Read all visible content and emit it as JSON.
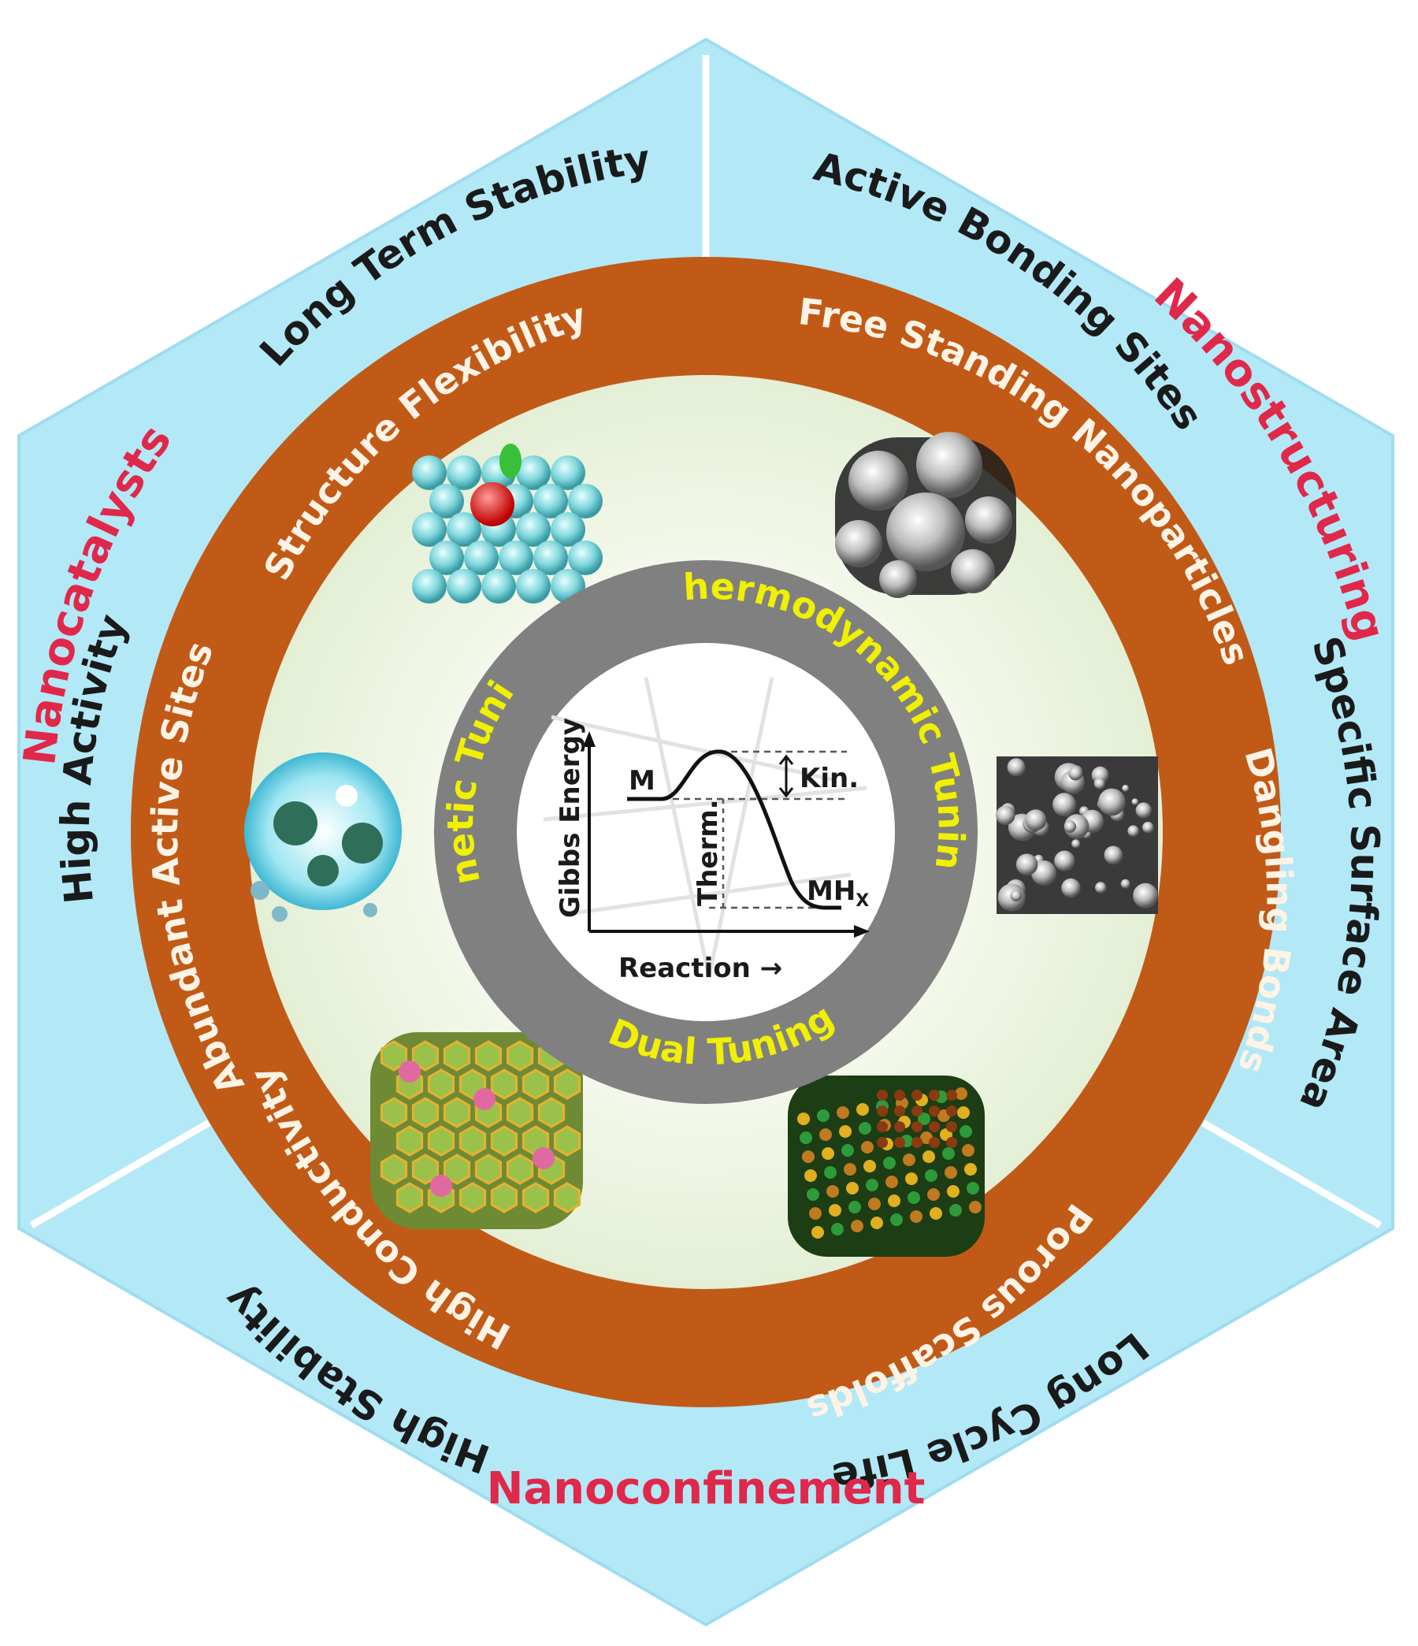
{
  "categories": {
    "top_left": "Nanocatalysts",
    "top_right": "Nanostructuring",
    "bottom": "Nanoconfinement"
  },
  "outer_labels": {
    "long_term_stability": "Long Term Stability",
    "active_bonding_sites": "Active Bonding Sites",
    "specific_surface_area": "Specific Surface Area",
    "long_cycle_life": "Long Cycle Life",
    "high_stability": "High Stability",
    "high_activity": "High Activity"
  },
  "ring_labels": {
    "structure_flexibility": "Structure Flexibility",
    "free_standing_nanoparticles": "Free Standing Nanoparticles",
    "dangling_bonds": "Dangling Bonds",
    "porous_scaffolds": "Porous Scaffolds",
    "high_conductivity": "High Conductivity",
    "abundant_active_sites": "Abundant Active Sites"
  },
  "tuning_labels": {
    "kinetic": "Kinetic Tuning",
    "thermodynamic": "Thermodynamic Tuning",
    "dual": "Dual Tuning"
  },
  "energy_diagram": {
    "y_axis": "Gibbs Energy",
    "x_axis": "Reaction →",
    "reactant": "M",
    "product": "MH",
    "product_sub": "X",
    "kinetic_label": "Kin.",
    "thermo_label": "Therm."
  },
  "colors": {
    "hexagon": "#b3e8f7",
    "divider": "#ffffff",
    "orange_ring": "#c15a17",
    "inner_disc": "#eef5e4",
    "gray_ring": "#808080",
    "category": "#e0284a",
    "tuning_text": "#f0f000"
  }
}
